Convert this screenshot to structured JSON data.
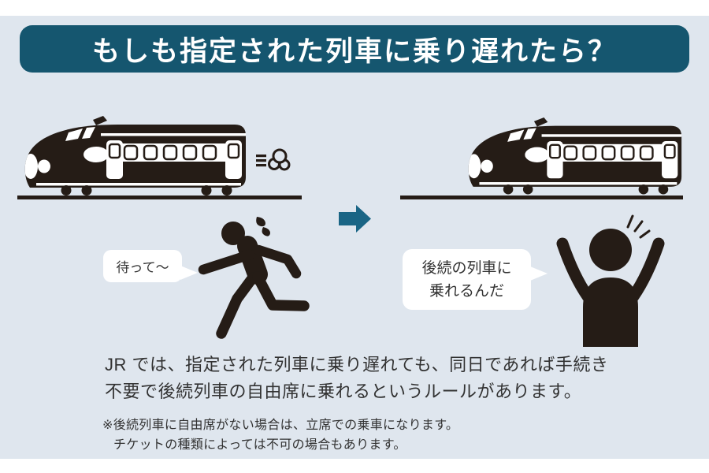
{
  "header": {
    "title": "もしも指定された列車に乗り遅れたら？"
  },
  "scene": {
    "left_speech_bubble": {
      "text": "待って〜"
    },
    "right_speech_bubble": {
      "line1": "後続の列車に",
      "line2": "乗れるんだ"
    },
    "icons": {
      "left_train": "train-icon",
      "right_train": "train-icon",
      "steam": "steam-puff-icon",
      "arrow": "arrow-right-icon",
      "runner": "running-person-icon",
      "cheerer": "cheering-person-icon"
    }
  },
  "body": {
    "line1": "JR では、指定された列車に乗り遅れても、同日であれば手続き",
    "line2": "不要で後続列車の自由席に乗れるというルールがあります。"
  },
  "footnote": {
    "line1": "※後続列車に自由席がない場合は、立席での乗車になります。",
    "line2": "チケットの種類によっては不可の場合もあります。"
  },
  "colors": {
    "page_bg": "#ffffff",
    "panel_bg": "#dfe6ee",
    "banner_bg": "#15566f",
    "banner_text": "#ffffff",
    "arrow": "#1a6585",
    "ink": "#251c16",
    "text": "#323232",
    "bubble_bg": "#ffffff"
  }
}
